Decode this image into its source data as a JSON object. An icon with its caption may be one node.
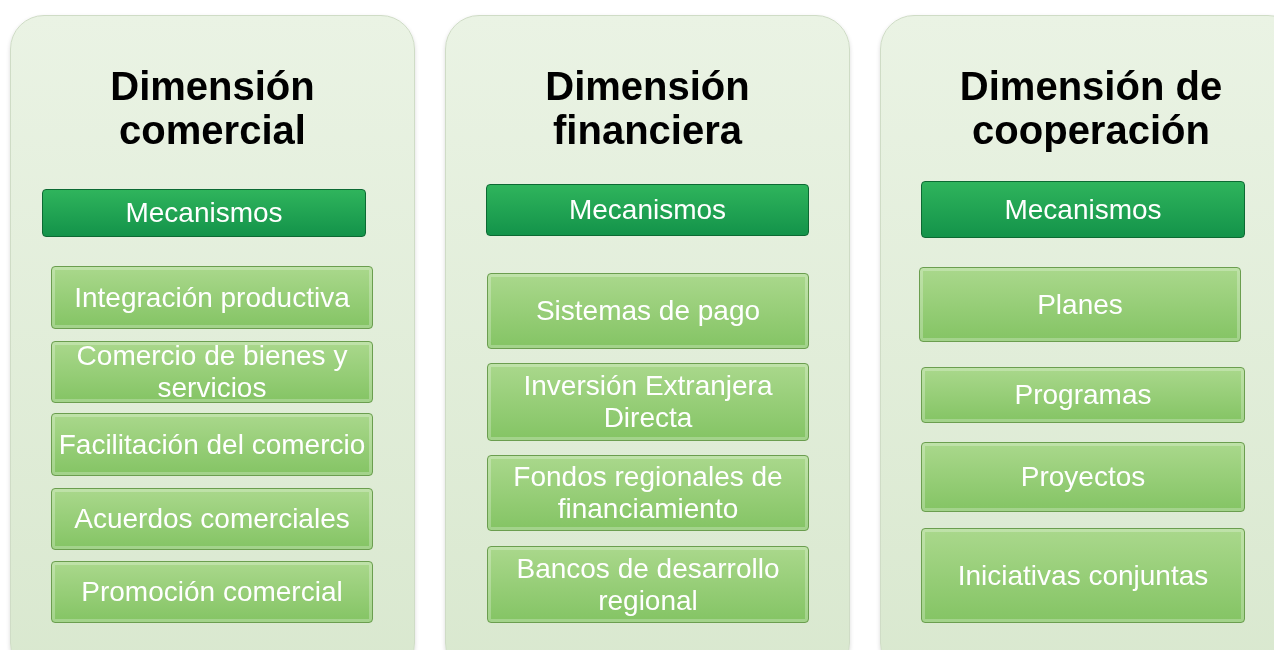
{
  "diagram": {
    "nodes": [
      {
        "text": [
          "Dimensión comercial"
        ]
      },
      {
        "text": [
          "Mecanismos"
        ],
        "in": 0
      },
      {
        "text": [
          "Integración productiva"
        ],
        "in": 0
      },
      {
        "text": [
          "Comercio de bienes y servicios"
        ],
        "in": 0
      },
      {
        "text": [
          "Facilitación del comercio"
        ],
        "in": 0
      },
      {
        "text": [
          "Acuerdos comerciales"
        ],
        "in": 0
      },
      {
        "text": [
          "Promoción comercial"
        ],
        "in": 0
      },
      {
        "text": [
          "Dimensión financiera"
        ]
      },
      {
        "text": [
          "Mecanismos"
        ],
        "in": 7
      },
      {
        "text": [
          "Sistemas de pago"
        ],
        "in": 7
      },
      {
        "text": [
          "Inversión Extranjera Directa"
        ],
        "in": 7
      },
      {
        "text": [
          "Fondos regionales de financiamiento"
        ],
        "in": 7
      },
      {
        "text": [
          "Bancos de desarrollo regional"
        ],
        "in": 7
      },
      {
        "text": [
          "Dimensión de cooperación"
        ]
      },
      {
        "text": [
          "Mecanismos"
        ],
        "in": 13
      },
      {
        "text": [
          "Planes"
        ],
        "in": 13
      },
      {
        "text": [
          "Programas"
        ],
        "in": 13
      },
      {
        "text": [
          "Proyectos"
        ],
        "in": 13
      },
      {
        "text": [
          "Iniciativas conjuntas"
        ],
        "in": 13
      }
    ],
    "edges": []
  }
}
